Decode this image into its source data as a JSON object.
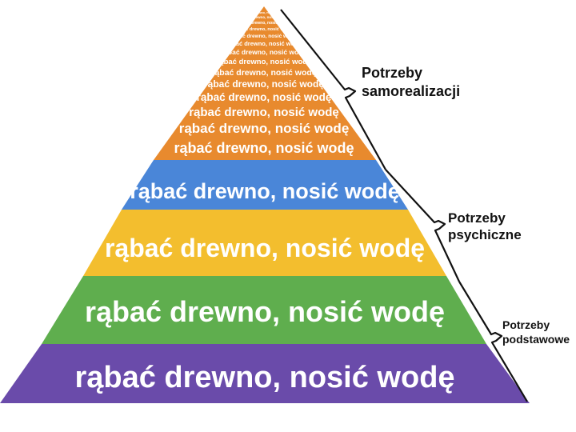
{
  "pyramid": {
    "phrase": "rąbać drewno, nosić wodę",
    "colors": {
      "orange": "#E88A2E",
      "blue": "#4A86D8",
      "yellow": "#F3BE2E",
      "green": "#5FAE4E",
      "purple": "#6A4BAA"
    }
  },
  "labels": {
    "top": [
      "Potrzeby",
      "samorealizacji"
    ],
    "middle": [
      "Potrzeby",
      "psychiczne"
    ],
    "bottom": [
      "Potrzeby",
      "podstawowe"
    ]
  }
}
